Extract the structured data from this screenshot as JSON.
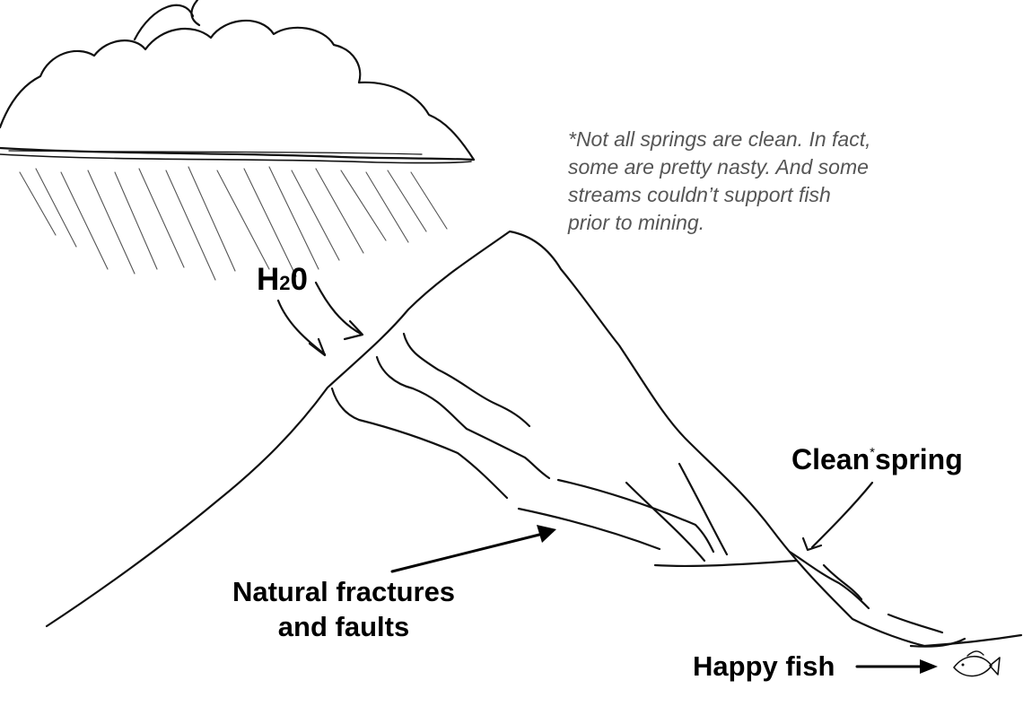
{
  "labels": {
    "h2o_main": "H",
    "h2o_sub": "2",
    "h2o_end": "0",
    "clean_a": "Clean",
    "clean_star": "*",
    "clean_b": "spring",
    "natural_line1": "Natural fractures",
    "natural_line2": "and faults",
    "happy_fish": "Happy fish"
  },
  "note": {
    "line1": "*Not all springs are clean. In fact,",
    "line2": "some are pretty nasty. And some",
    "line3": "streams couldn’t support fish",
    "line4": "prior to mining."
  },
  "icons": [
    "cloud-icon",
    "rain-icon",
    "mountain-icon",
    "fish-icon"
  ],
  "colors": {
    "ink": "#111111",
    "note_text": "#555555",
    "background": "#ffffff"
  }
}
